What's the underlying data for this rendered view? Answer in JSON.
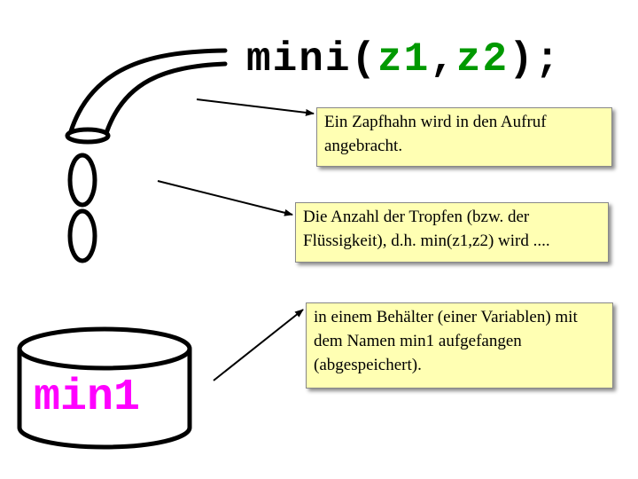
{
  "call": {
    "func": "mini",
    "open": "(",
    "arg1": "z1",
    "comma": ",",
    "arg2": "z2",
    "close": ");"
  },
  "notes": [
    "Ein Zapfhahn wird in den Aufruf angebracht.",
    "Die Anzahl der Tropfen (bzw. der Flüssigkeit), d.h. min(z1,z2) wird ....",
    "in einem Behälter (einer Variablen) mit dem Namen min1 aufgefangen (abgespeichert)."
  ],
  "container": {
    "label": "min1",
    "label_color": "#ff00ff"
  },
  "colors": {
    "note_bg": "#ffffb3",
    "arg_color": "#009900"
  },
  "icons": [
    "tap-icon",
    "drop-icon",
    "drop-icon",
    "container-icon",
    "arrow-icon"
  ]
}
